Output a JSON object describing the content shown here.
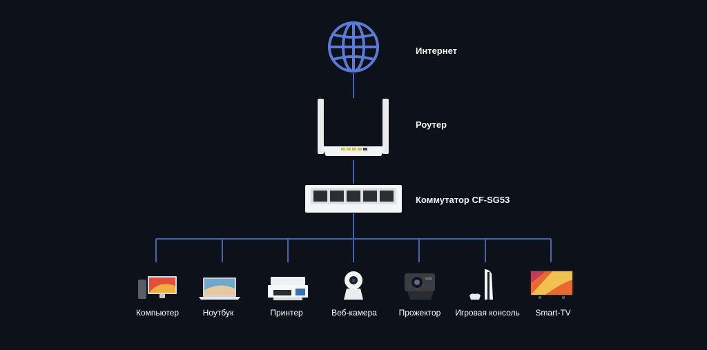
{
  "colors": {
    "background": "#0d111a",
    "line": "#3f67b4",
    "globe": "#5b7ad4"
  },
  "nodes": {
    "internet": {
      "label": "Интернет",
      "icon": "globe-icon"
    },
    "router": {
      "label": "Роутер",
      "icon": "router-icon"
    },
    "switch": {
      "label": "Коммутатор CF-SG53",
      "icon": "switch-icon"
    }
  },
  "devices": [
    {
      "label": "Компьютер",
      "icon": "computer-icon"
    },
    {
      "label": "Ноутбук",
      "icon": "laptop-icon"
    },
    {
      "label": "Принтер",
      "icon": "printer-icon"
    },
    {
      "label": "Веб-камера",
      "icon": "webcam-icon"
    },
    {
      "label": "Прожектор",
      "icon": "projector-icon"
    },
    {
      "label": "Игровая консоль",
      "icon": "game-console-icon"
    },
    {
      "label": "Smart-TV",
      "icon": "smart-tv-icon"
    }
  ]
}
